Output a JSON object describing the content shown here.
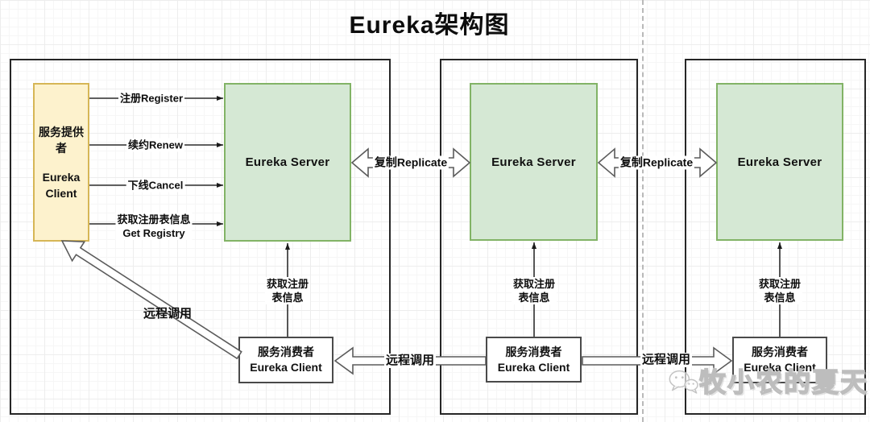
{
  "title": "Eureka架构图",
  "diagram": {
    "provider": {
      "role_label": "服务提供者",
      "client_label": "Eureka Client"
    },
    "server_label": "Eureka Server",
    "consumer": {
      "role_label": "服务消费者",
      "client_label": "Eureka Client"
    },
    "edges": {
      "register": "注册Register",
      "renew": "续约Renew",
      "cancel": "下线Cancel",
      "get_registry_cn": "获取注册表信息",
      "get_registry_en": "Get Registry",
      "replicate": "复制Replicate",
      "fetch_registry_line1": "获取注册",
      "fetch_registry_line2": "表信息",
      "remote_call": "远程调用"
    },
    "colors": {
      "provider_fill": "#fdf2cd",
      "provider_border": "#d6b656",
      "server_fill": "#d5e8d4",
      "server_border": "#82b366",
      "zone_border": "#262626",
      "arrow_line": "#2b2b2b",
      "hollow_arrow_stroke": "#5b5b5b"
    }
  },
  "watermark": {
    "icon": "wechat-icon",
    "text": "牧小农的夏天"
  }
}
